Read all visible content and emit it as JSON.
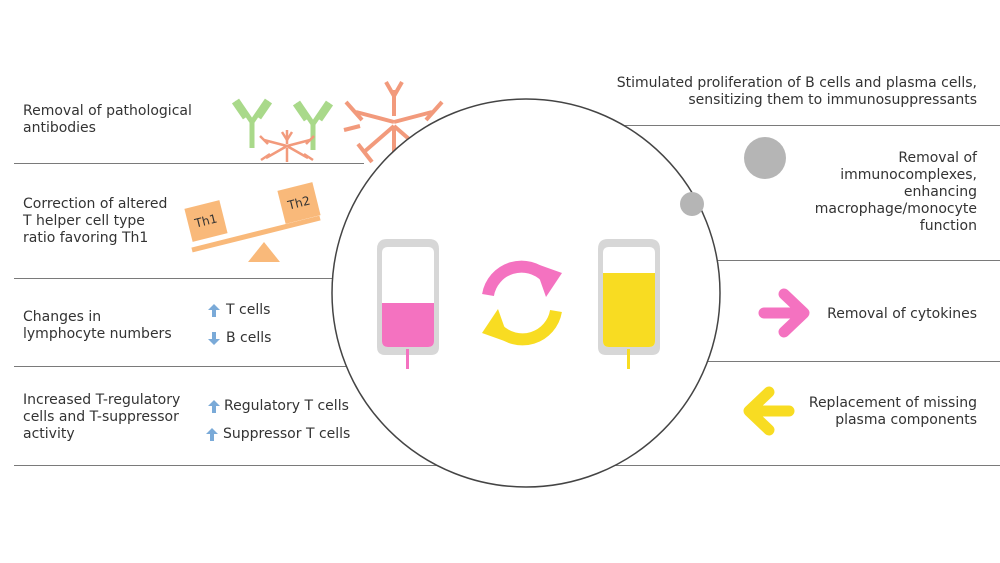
{
  "left": {
    "removal_antibodies": [
      "Removal of pathological",
      "antibodies"
    ],
    "correction_th": [
      "Correction of altered",
      "T helper cell type",
      "ratio favoring Th1"
    ],
    "th1": "Th1",
    "th2": "Th2",
    "lymphocyte": [
      "Changes in",
      "lymphocyte numbers"
    ],
    "t_cells": "T cells",
    "b_cells": "B cells",
    "treg": [
      "Increased T-regulatory",
      "cells and T-suppressor",
      "activity"
    ],
    "regulatory_t": "Regulatory T cells",
    "suppressor_t": "Suppressor T cells"
  },
  "right": {
    "stimulated": [
      "Stimulated proliferation of B cells and plasma cells,",
      "sensitizing them to immunosuppressants"
    ],
    "immunocomplexes": [
      "Removal of",
      "immunocomplexes,",
      "enhancing",
      "macrophage/monocyte",
      "function"
    ],
    "cytokines": "Removal of cytokines",
    "replacement": [
      "Replacement of missing",
      "plasma components"
    ]
  },
  "colors": {
    "pink": "#f472c0",
    "yellow": "#f8dc22",
    "green": "#a9d98a",
    "salmon": "#f29a7c",
    "orange_block": "#f9b97a",
    "gray_circle": "#b5b5b5",
    "blue_arrow": "#7aaad8"
  }
}
